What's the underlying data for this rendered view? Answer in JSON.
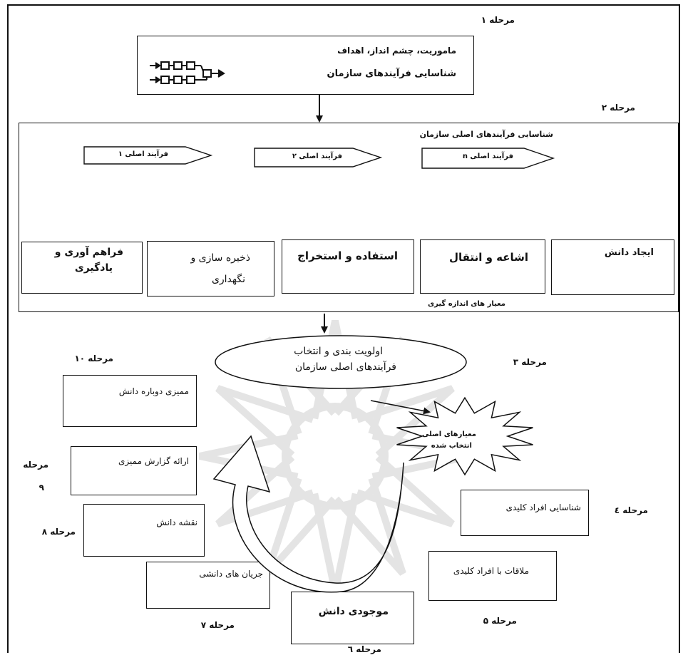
{
  "stages": {
    "s1": "مرحله ۱",
    "s2": "مرحله ۲",
    "s3": "مرحله ۳",
    "s4": "مرحله ٤",
    "s5": "مرحله ۵",
    "s6": "مرحله ٦",
    "s7": "مرحله ۷",
    "s8": "مرحله ۸",
    "s9a": "مرحله",
    "s9b": "۹",
    "s10": "مرحله ۱۰"
  },
  "stage1": {
    "line1": "ماموریت، چشم انداز، اهداف",
    "line2": "شناسایی فرآیندهای سازمان"
  },
  "stage2": {
    "title": "شناسایی فرآیندهای اصلی سازمان",
    "flag_1": "فرآیند اصلی ۱",
    "flag_2": "فرآیند اصلی ۲",
    "flag_n": "فرآیند اصلی n",
    "box_create": "ایجاد دانش",
    "box_share": "اشاعه و انتقال",
    "box_use": "استفاده و استخراج",
    "box_store_1": "ذخیره سازی و",
    "box_store_2": "نگهداری",
    "box_acquire_1": "فراهم آوری و",
    "box_acquire_2": "یادگیری",
    "measure": "معیار های اندازه گیری"
  },
  "stage3": {
    "ellipse_1": "اولویت بندی و انتخاب",
    "ellipse_2": "فرآیندهای اصلی سازمان",
    "star_1": "معیارهای اصلی",
    "star_2": "انتخاب شده"
  },
  "cycle": {
    "key_people": "شناسایی افراد کلیدی",
    "meetings": "ملاقات با افراد کلیدی",
    "inventory": "موجودی دانش",
    "flows": "جریان های دانشی",
    "map": "نقشه دانش",
    "report": "ارائه گزارش ممیزی",
    "audit": "ممیزی دوباره دانش"
  }
}
